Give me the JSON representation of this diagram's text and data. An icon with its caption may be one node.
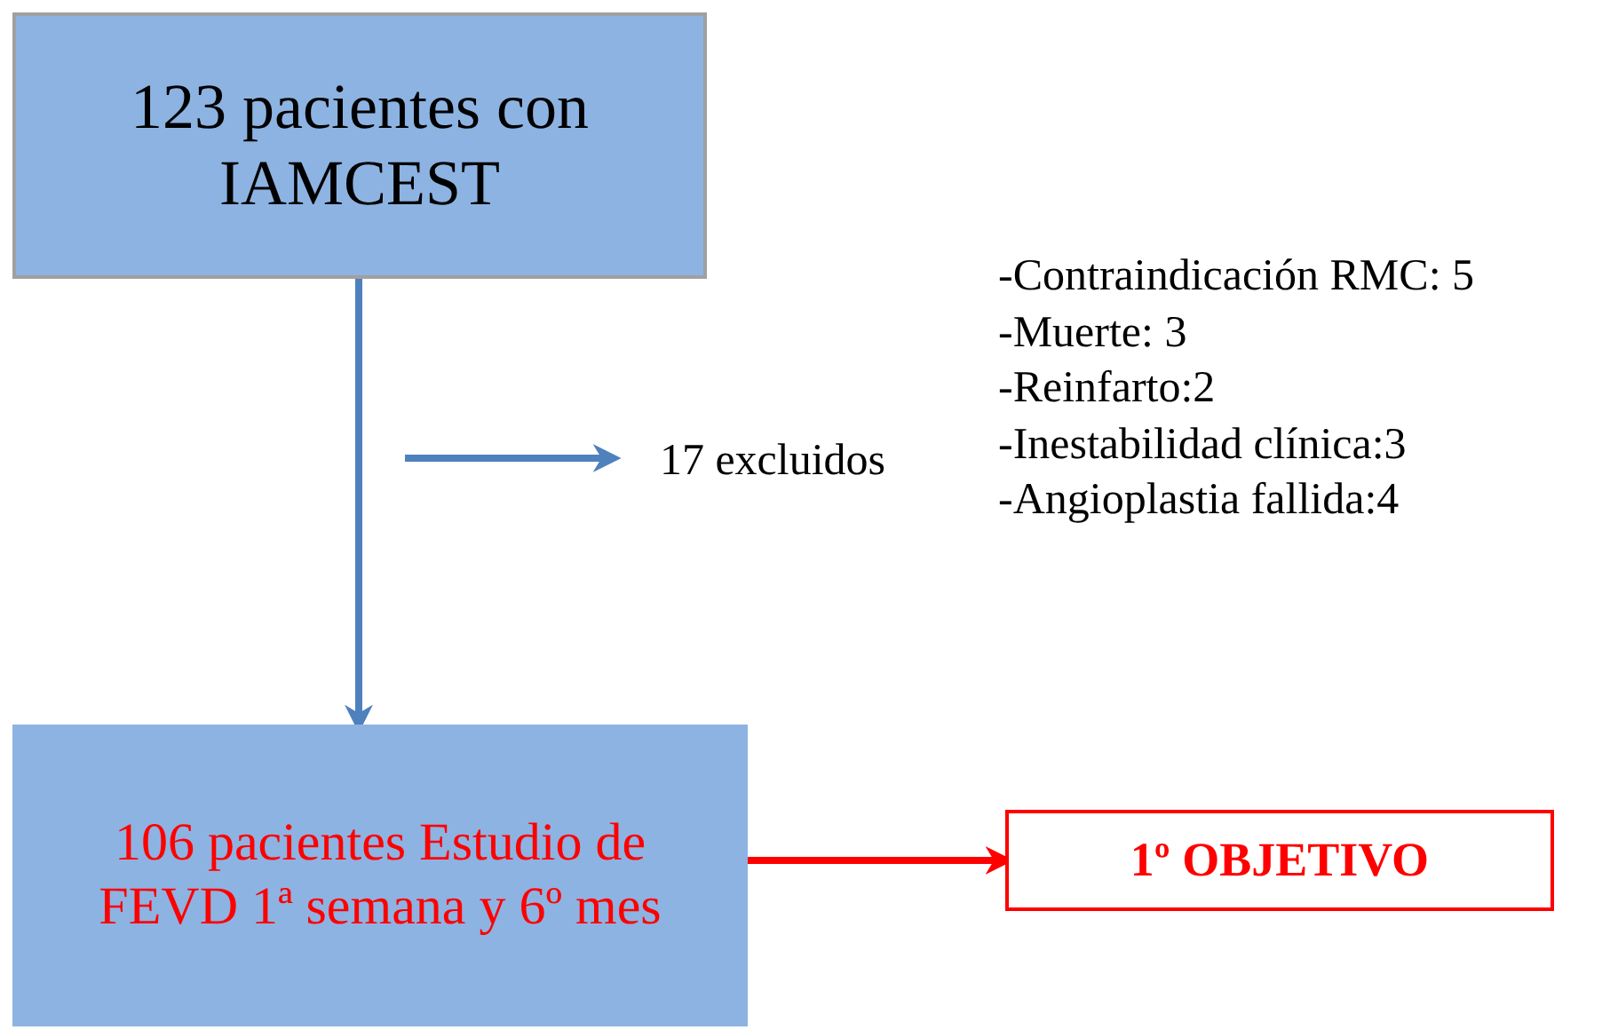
{
  "diagram": {
    "nodes": [
      {
        "text": [
          "123 pacientes  con IAMCEST"
        ]
      },
      {
        "text": [
          "17 excluidos"
        ]
      },
      {
        "text": [
          "106 pacientes Estudio de FEVD 1ª semana y 6º mes"
        ]
      },
      {
        "text": [
          "1º OBJETIVO"
        ]
      }
    ],
    "edges": [
      {
        "from": 0,
        "to": 2,
        "arrow": "to"
      },
      {
        "from": null,
        "to": 1,
        "arrow": "to"
      },
      {
        "from": 2,
        "to": 3,
        "arrow": "to",
        "color": "#ff0000"
      }
    ],
    "labels": [
      "-Contraindicación RMC: 5",
      "-Muerte: 3",
      "-Reinfarto:2",
      "-Inestabilidad clínica:3",
      "-Angioplastia fallida:4"
    ]
  }
}
